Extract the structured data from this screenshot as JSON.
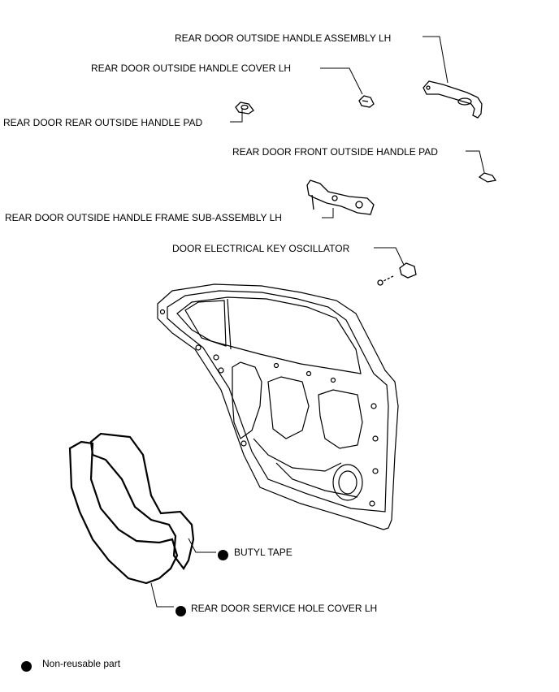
{
  "labels": {
    "outside_handle_assembly": "REAR DOOR OUTSIDE HANDLE ASSEMBLY LH",
    "outside_handle_cover": "REAR DOOR OUTSIDE HANDLE COVER LH",
    "rear_outside_handle_pad": "REAR DOOR REAR OUTSIDE HANDLE PAD",
    "front_outside_handle_pad": "REAR DOOR FRONT OUTSIDE HANDLE PAD",
    "handle_frame_sub_assembly": "REAR DOOR OUTSIDE HANDLE FRAME SUB-ASSEMBLY LH",
    "key_oscillator": "DOOR ELECTRICAL KEY OSCILLATOR",
    "butyl_tape": "BUTYL TAPE",
    "service_hole_cover": "REAR DOOR SERVICE HOLE COVER LH"
  },
  "legend": {
    "non_reusable": "Non-reusable part"
  }
}
